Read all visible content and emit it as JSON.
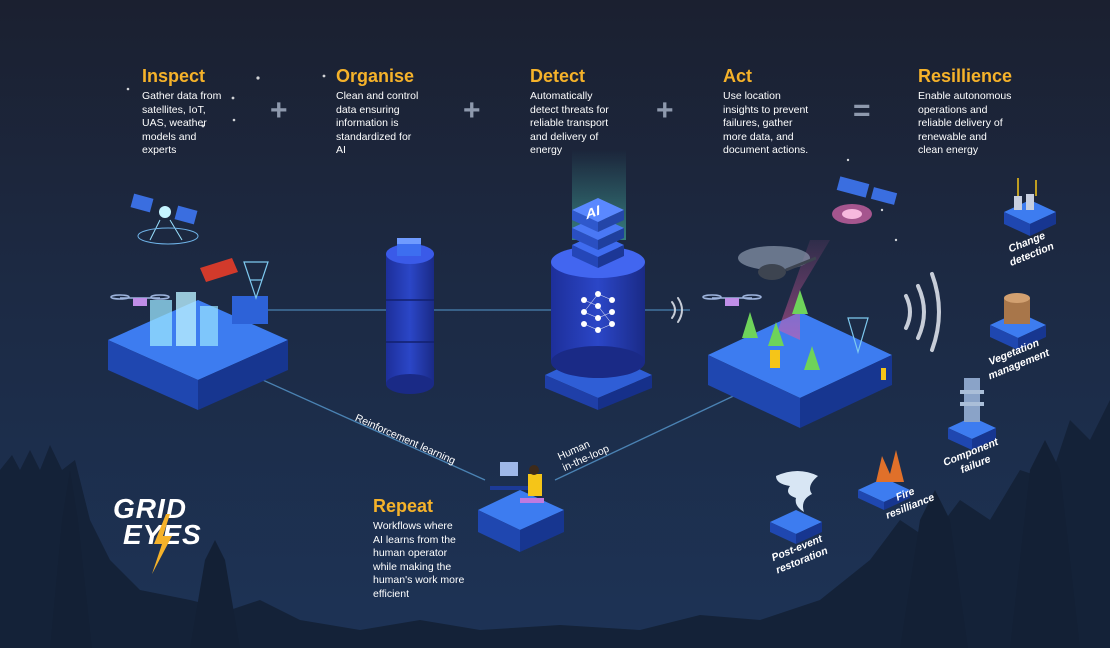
{
  "steps": {
    "inspect": {
      "title": "Inspect",
      "desc": [
        "Gather data from",
        "satellites, IoT,",
        "UAS, weather",
        "models and",
        "experts"
      ]
    },
    "organise": {
      "title": "Organise",
      "desc": [
        "Clean and control",
        "data ensuring",
        "information is",
        "standardized for",
        "AI"
      ]
    },
    "detect": {
      "title": "Detect",
      "desc": [
        "Automatically",
        "detect threats for",
        "reliable transport",
        "and delivery of",
        "energy"
      ]
    },
    "act": {
      "title": "Act",
      "desc": [
        "Use location",
        "insights to prevent",
        "failures, gather",
        "more data, and",
        "document actions."
      ]
    },
    "resillience": {
      "title": "Resillience",
      "desc": [
        "Enable autonomous",
        "operations and",
        "reliable delivery of",
        "renewable and",
        "clean energy"
      ]
    },
    "repeat": {
      "title": "Repeat",
      "desc": [
        "Workflows where",
        "AI learns from the",
        "human operator",
        "while making the",
        "human's work more",
        "efficient"
      ]
    }
  },
  "operators": {
    "plus": "+",
    "equals": "="
  },
  "flow_labels": {
    "reinforcement": "Reinforcement learning",
    "human_loop": [
      "Human",
      "in-the-loop"
    ]
  },
  "cylinder_label": "AI",
  "outcomes": {
    "change": [
      "Change",
      "detection"
    ],
    "vegetation": [
      "Vegetation",
      "management"
    ],
    "component": [
      "Component",
      "failure"
    ],
    "fire": [
      "Fire",
      "resilliance"
    ],
    "post": [
      "Post-event",
      "restoration"
    ]
  },
  "logo": {
    "line1": "GRID",
    "line2": "EYES"
  },
  "colors": {
    "accent": "#f5b22a",
    "platform": "#2d62d8",
    "background": "#1c2a44"
  }
}
